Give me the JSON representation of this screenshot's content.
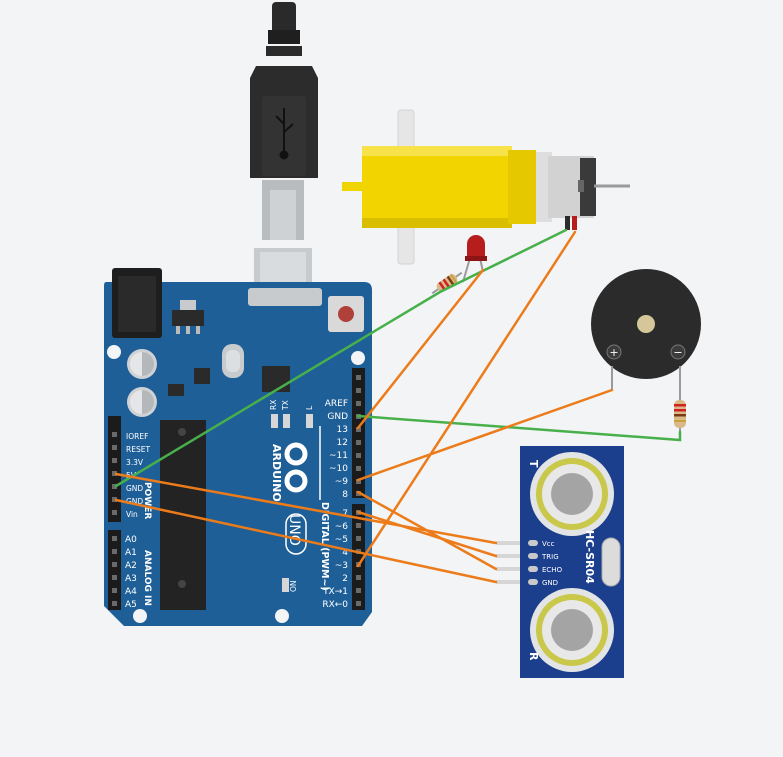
{
  "arduino": {
    "brand": "ARDUINO",
    "model": "UNO",
    "on_label": "ON",
    "rx": "RX",
    "tx": "TX",
    "l": "L",
    "power_title": "POWER",
    "analog_title": "ANALOG IN",
    "digital_title": "DIGITAL (PWM~)",
    "power_pins": [
      "IOREF",
      "RESET",
      "3.3V",
      "5V",
      "GND",
      "GND",
      "Vin"
    ],
    "analog_pins": [
      "A0",
      "A1",
      "A2",
      "A3",
      "A4",
      "A5"
    ],
    "digital_top": [
      "AREF",
      "GND",
      "13",
      "12",
      "~11",
      "~10",
      "~9",
      "8"
    ],
    "digital_bottom": [
      "7",
      "~6",
      "~5",
      "4",
      "~3",
      "2",
      "TX→1",
      "RX←0"
    ]
  },
  "sensor": {
    "model": "HC-SR04",
    "pins": [
      "Vcc",
      "TRIG",
      "ECHO",
      "GND"
    ],
    "t_mark": "T",
    "r_mark": "R"
  },
  "buzzer": {
    "plus": "+",
    "minus": "−"
  },
  "colors": {
    "board": "#1f5f98",
    "sensor": "#1b3f8c",
    "wire_orange": "#ec7b1a",
    "wire_green": "#48b04a",
    "motor_yellow": "#f2d400",
    "led_red": "#b71d1d"
  }
}
